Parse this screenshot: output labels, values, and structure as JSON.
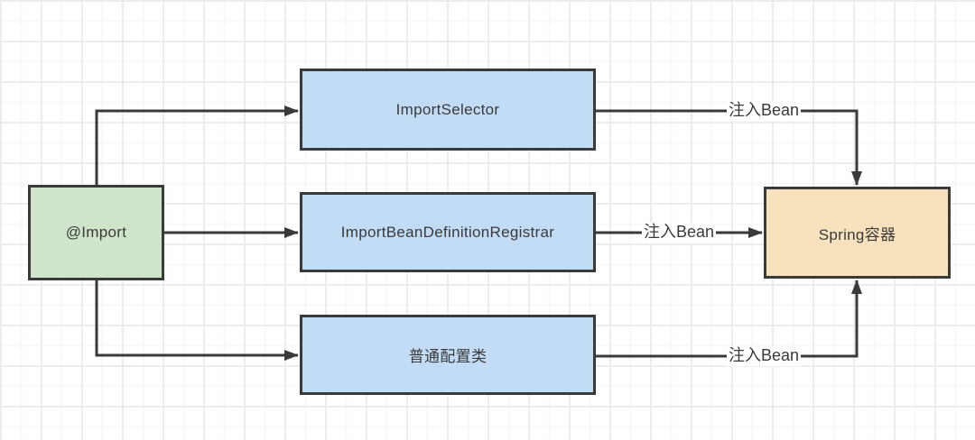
{
  "diagram": {
    "type": "flowchart",
    "background": {
      "base": "#ffffff",
      "grid_minor": "#f7f7f7",
      "grid_major": "#ececec"
    },
    "stroke_color": "#3a3a3a",
    "text_color": "#3a3a3a",
    "nodes": [
      {
        "id": "import",
        "label": "@Import",
        "fill": "#cfe4ca",
        "border": "#3a3a3a"
      },
      {
        "id": "import-selector",
        "label": "ImportSelector",
        "fill": "#c3dcf5",
        "border": "#3a3a3a"
      },
      {
        "id": "import-bean-definition-registrar",
        "label": "ImportBeanDefinitionRegistrar",
        "fill": "#c3dcf5",
        "border": "#3a3a3a"
      },
      {
        "id": "plain-config-class",
        "label": "普通配置类",
        "fill": "#c3dcf5",
        "border": "#3a3a3a"
      },
      {
        "id": "spring-container",
        "label": "Spring容器",
        "fill": "#f8e2bd",
        "border": "#3a3a3a"
      }
    ],
    "edges": [
      {
        "from": "import",
        "to": "import-selector",
        "label": ""
      },
      {
        "from": "import",
        "to": "import-bean-definition-registrar",
        "label": ""
      },
      {
        "from": "import",
        "to": "plain-config-class",
        "label": ""
      },
      {
        "from": "import-selector",
        "to": "spring-container",
        "label": "注入Bean"
      },
      {
        "from": "import-bean-definition-registrar",
        "to": "spring-container",
        "label": "注入Bean"
      },
      {
        "from": "plain-config-class",
        "to": "spring-container",
        "label": "注入Bean"
      }
    ]
  }
}
